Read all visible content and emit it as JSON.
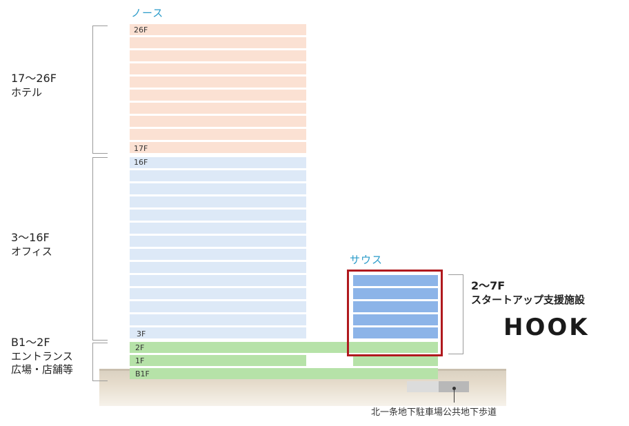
{
  "towers": {
    "north_label": "ノース",
    "south_label": "サウス"
  },
  "north_floors": {
    "hotel_top": "26F",
    "hotel_bottom": "17F",
    "office_top": "16F",
    "office_bottom": "3F",
    "f2": "2F",
    "f1": "1F",
    "b1": "B1F"
  },
  "zones": {
    "hotel": {
      "floors": "17～26F",
      "name": "ホテル"
    },
    "office": {
      "floors": "3～16F",
      "name": "オフィス"
    },
    "entrance": {
      "floors": "B1～2F",
      "line1": "エントランス",
      "line2": "広場・店舗等"
    },
    "startup": {
      "floors": "2～7F",
      "name": "スタートアップ支援施設",
      "brand": "HOOK"
    }
  },
  "walkway": "北一条地下駐車場公共地下歩道",
  "colors": {
    "hotel": "#fbe1d3",
    "office": "#dde9f7",
    "retail": "#b6e2a8",
    "startup": "#8cb4e8",
    "highlight": "#b0191e",
    "tower_label": "#2a9bc9"
  }
}
